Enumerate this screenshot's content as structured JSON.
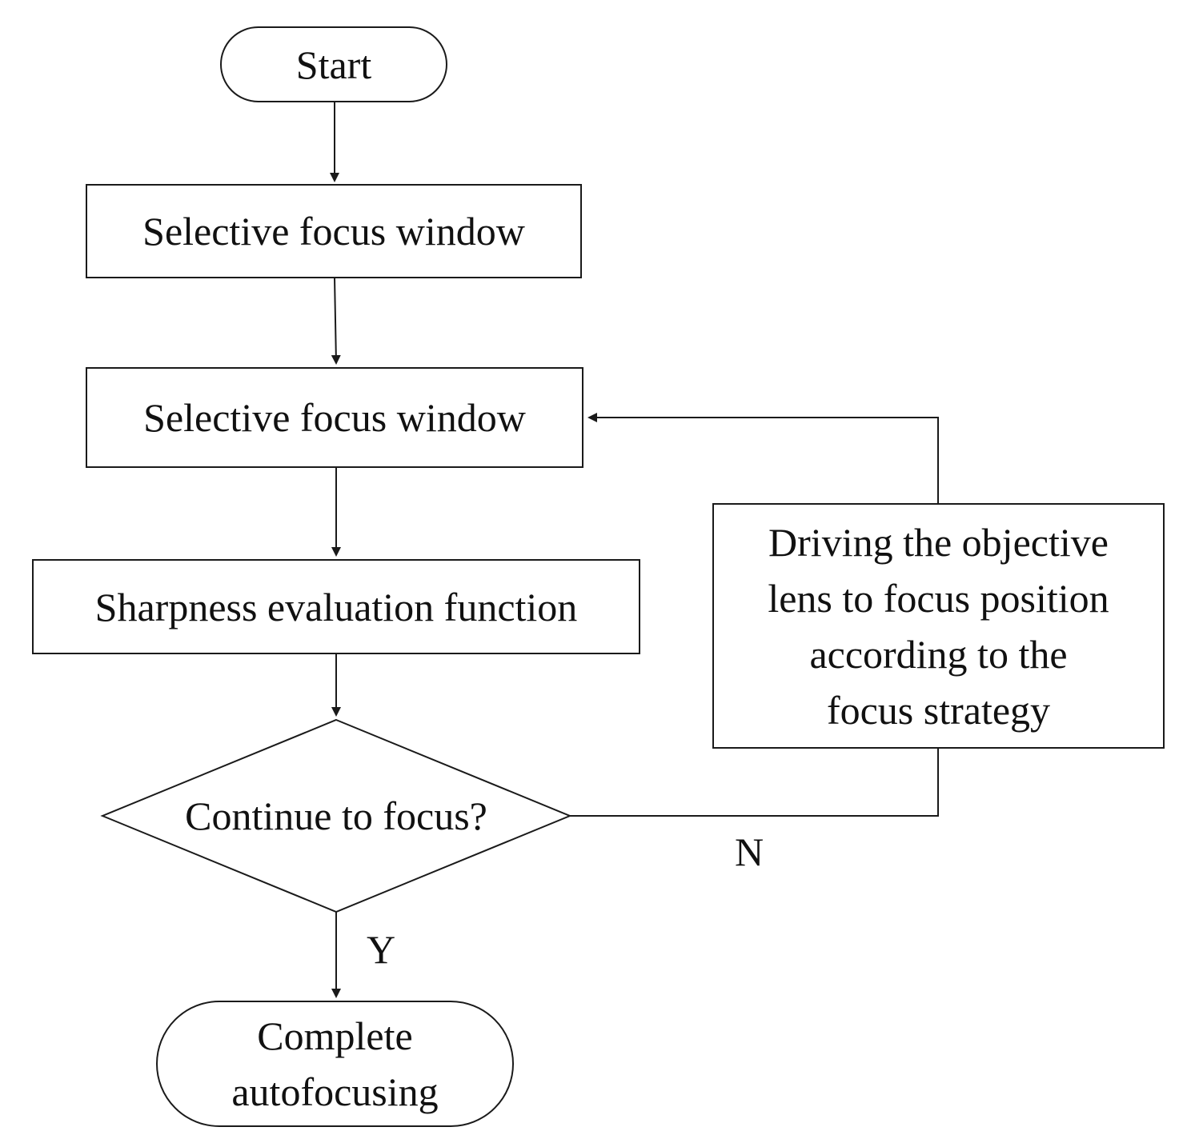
{
  "nodes": {
    "start": {
      "label": "Start"
    },
    "step1": {
      "label": "Selective focus window"
    },
    "step2": {
      "label": "Selective focus window"
    },
    "step3": {
      "label": "Sharpness evaluation function"
    },
    "decision": {
      "label": "Continue to focus?"
    },
    "drive": {
      "lines": [
        "Driving the objective",
        "lens to focus position",
        "according to the",
        "focus strategy"
      ]
    },
    "end": {
      "lines": [
        "Complete",
        "autofocusing"
      ]
    }
  },
  "edges": {
    "no_label": "N",
    "yes_label": "Y"
  },
  "colors": {
    "stroke": "#1a1a1a",
    "background": "#ffffff",
    "text": "#111111"
  }
}
